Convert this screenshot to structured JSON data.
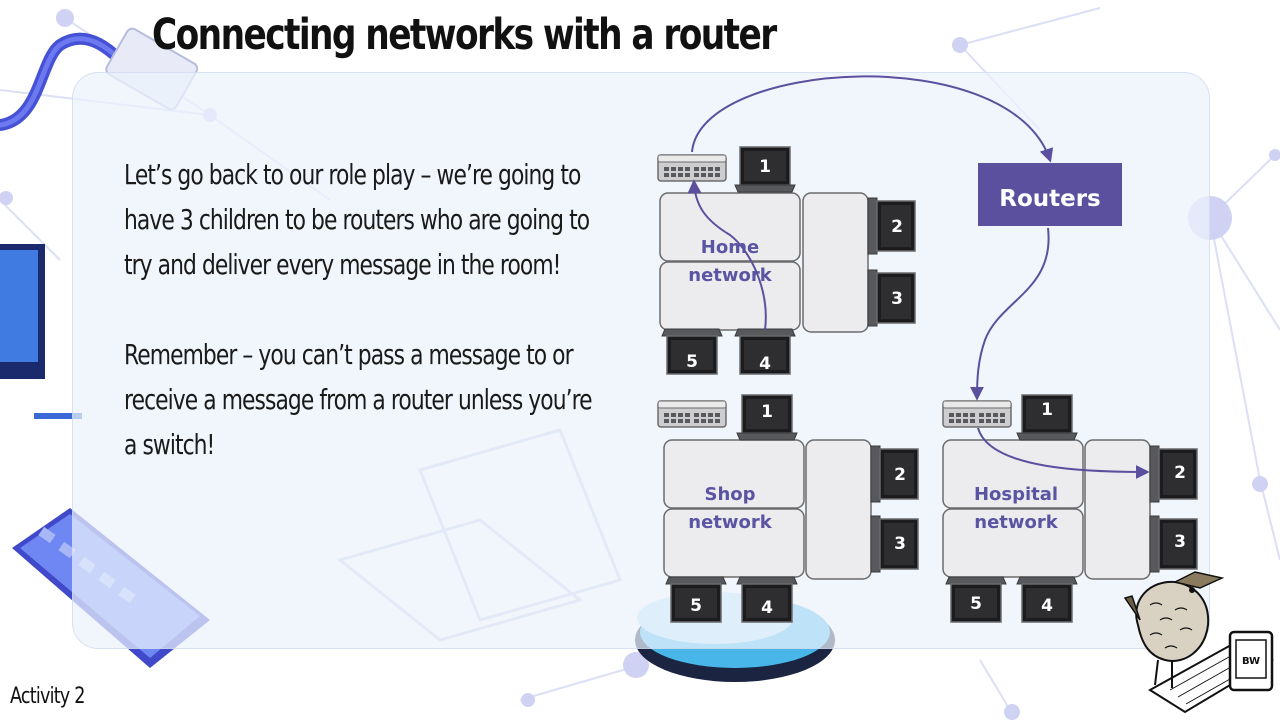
{
  "title": "Connecting networks with a router",
  "paragraphs": [
    "Let’s go back to our role play – we’re going to have 3 children to be routers who are going to try and deliver every message in the room!",
    "Remember – you can’t pass a message to or receive a message from a router unless you’re a switch!"
  ],
  "routers_label": "Routers",
  "networks": {
    "home": {
      "label_line1": "Home",
      "label_line2": "network"
    },
    "shop": {
      "label_line1": "Shop",
      "label_line2": "network"
    },
    "hospital": {
      "label_line1": "Hospital",
      "label_line2": "network"
    }
  },
  "computer_numbers": [
    "1",
    "2",
    "3",
    "4",
    "5"
  ],
  "footer": "Activity 2",
  "logo_text": "BW",
  "colors": {
    "accent": "#5a509e",
    "label": "#5b54a3",
    "desk": "#ededee",
    "switch": "#c9c9ca"
  }
}
